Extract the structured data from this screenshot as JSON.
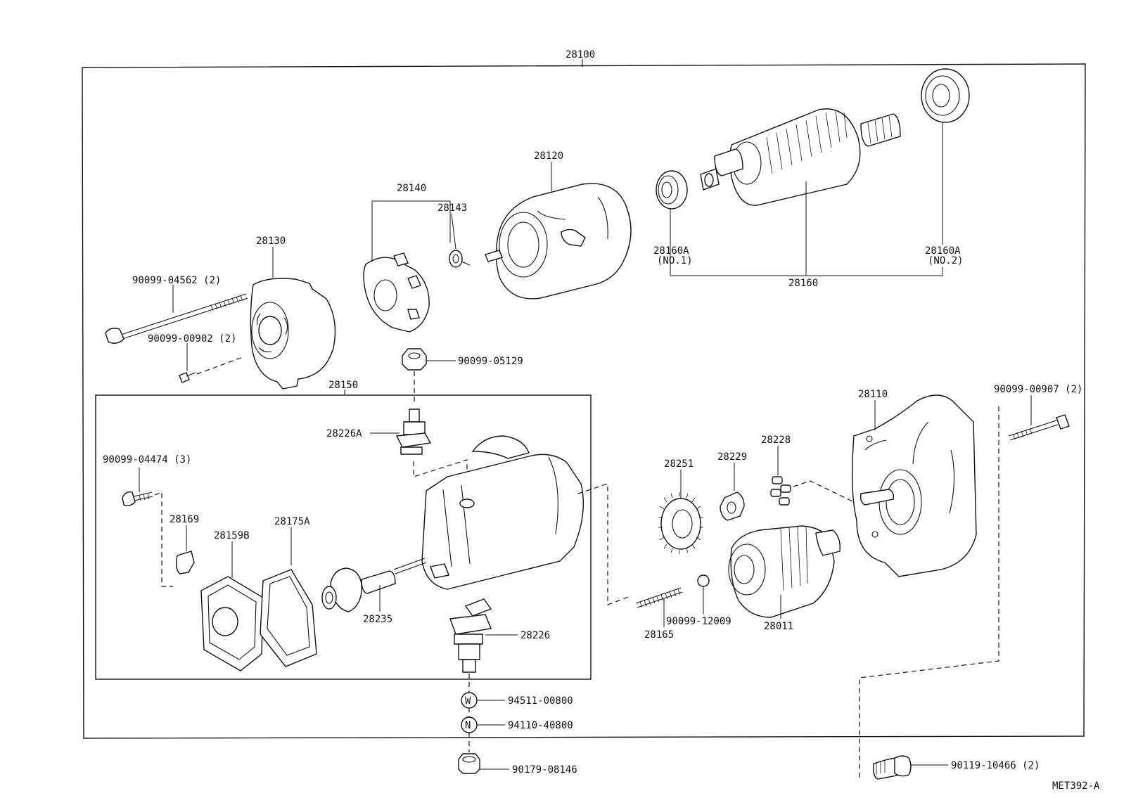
{
  "title": "Starter Assembly Parts Diagram",
  "assembly_label": "28100",
  "subassembly_label": "28150",
  "figure_code": "MET392-A",
  "parts": {
    "p28130": "28130",
    "p28140": "28140",
    "p28143": "28143",
    "p28120": "28120",
    "p28160A_1": "28160A",
    "p28160A_1_note": "(NO.1)",
    "p28160A_2": "28160A",
    "p28160A_2_note": "(NO.2)",
    "p28160": "28160",
    "b04562": "90099-04562 (2)",
    "b00902": "90099-00902 (2)",
    "n05129": "90099-05129",
    "p28226A": "28226A",
    "b04474": "90099-04474 (3)",
    "p28169": "28169",
    "p28159B": "28159B",
    "p28175A": "28175A",
    "p28235": "28235",
    "p28226": "28226",
    "w00800": "94511-00800",
    "n40800": "94110-40800",
    "n08146": "90179-08146",
    "p28251": "28251",
    "p28229": "28229",
    "p28228": "28228",
    "p28110": "28110",
    "b00907": "90099-00907 (2)",
    "p28165": "28165",
    "ball12009": "90099-12009",
    "p28011": "28011",
    "b10466": "90119-10466 (2)",
    "washer_symbol": "W",
    "nut_symbol": "N"
  }
}
